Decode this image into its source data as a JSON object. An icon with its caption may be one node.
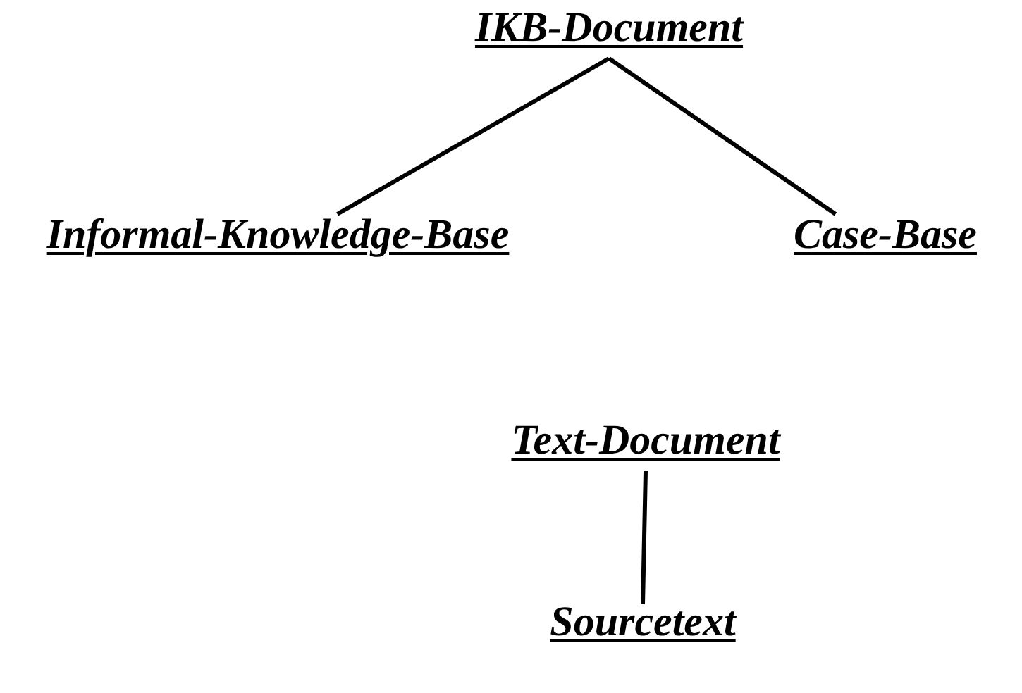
{
  "diagram": {
    "nodes": [
      {
        "text": [
          "IKB-Document"
        ]
      },
      {
        "text": [
          "Informal-Knowledge-Base"
        ]
      },
      {
        "text": [
          "Case-Base"
        ]
      },
      {
        "text": [
          "Text-Document"
        ]
      },
      {
        "text": [
          "Sourcetext"
        ]
      }
    ],
    "edges": [
      {
        "from": 0,
        "to": 1,
        "arrow": "none"
      },
      {
        "from": 0,
        "to": 2,
        "arrow": "none"
      },
      {
        "from": 3,
        "to": 4,
        "arrow": "none"
      }
    ]
  }
}
